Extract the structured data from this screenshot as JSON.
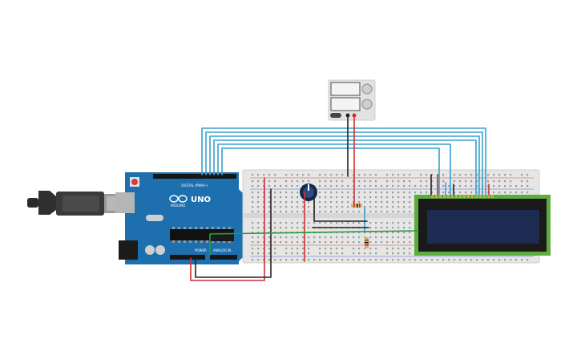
{
  "arduino": {
    "model": "UNO",
    "brand": "ARDUINO",
    "header_digital": "DIGITAL (PWM~)",
    "header_power": "POWER",
    "header_analog": "ANALOG IN"
  },
  "colors": {
    "board": "#1e6fae",
    "breadboard": "#e8e8e8",
    "lcd_pcb": "#5cad3c",
    "lcd_screen": "#1d2a52",
    "wire_blue": "#3aa0d0",
    "wire_red": "#d32f2f",
    "wire_black": "#222222",
    "wire_green": "#2e9b3a",
    "power_supply": "#e0e0e0"
  },
  "components": {
    "microcontroller": "arduino-uno",
    "power_supply": "dc-power-supply",
    "potentiometer": "potentiometer",
    "resistors": 2,
    "ic_chip": "ic-chip",
    "display": "lcd-16x2"
  }
}
